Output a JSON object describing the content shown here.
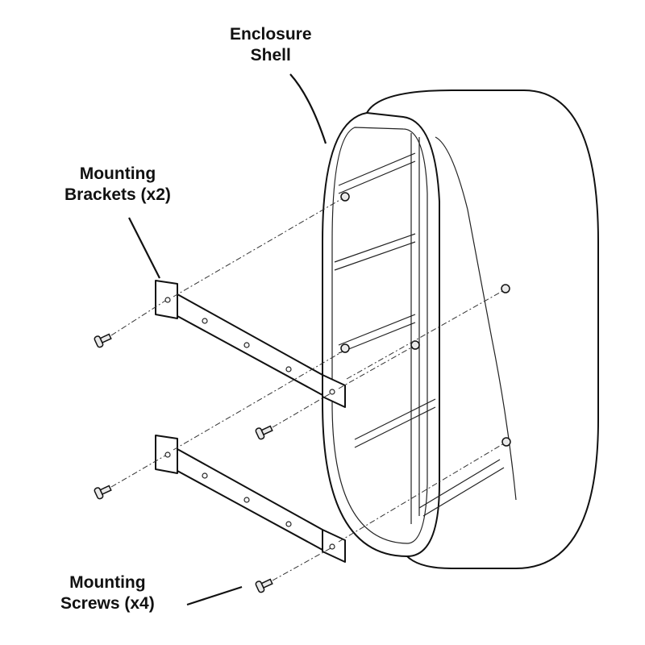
{
  "labels": {
    "enclosure_shell": [
      "Enclosure",
      "Shell"
    ],
    "mounting_brackets": [
      "Mounting",
      "Brackets (x2)"
    ],
    "mounting_screws": [
      "Mounting",
      "Screws (x4)"
    ]
  }
}
